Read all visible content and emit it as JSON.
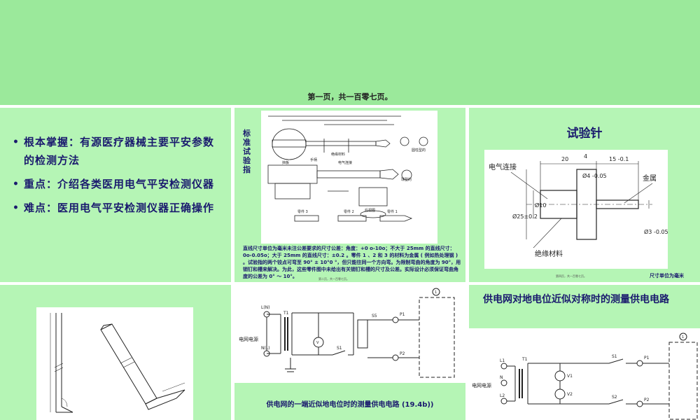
{
  "banner": {
    "caption": "第一页，共一百零七页。",
    "color": "#9be99b"
  },
  "slide_bg": "#b5f5b5",
  "text_color": "#1a1a6e",
  "slide1": {
    "bullets": [
      "根本掌握：有源医疗器械主要平安参数的检测方法",
      "重点：介绍各类医用电气平安检测仪器",
      "难点：医用电气平安检测仪器正确操作"
    ]
  },
  "slide2": {
    "vertical_label": "标准试验指",
    "note": "直线尺寸单位为毫米未注公差要求的尺寸公差：角度：+0 o-10o；不大于 25mm 的直线尺寸：0o-0.05o；大于 25mm 的直线尺寸：±0.2 。零件 1 、2 和 3 的材料为金属 ( 例如热处理钢 ) 。试验指的两个铰点可弯至 90° ± 10°0 °，但只能往同一个方向弯。为限制弯曲的角度为 90°，用销钉和槽来解决。为此，这些零件图中未给出有关销钉和槽的尺寸及公差。实际设计必须保证弯曲角度的公差为 0° ～ 10°。",
    "footer": "第二页，共一百零七页。",
    "figure_labels": [
      "手柄",
      "挡板",
      "绝缘材料",
      "电气连接",
      "球型的",
      "圆柱型的",
      "后视图",
      "零件 3",
      "零件 2",
      "零件 1"
    ]
  },
  "slide3": {
    "title": "试验针",
    "labels": {
      "electrical": "电气连接",
      "metal": "金属",
      "insulation": "绝缘材料"
    },
    "dims": [
      "20",
      "4",
      "15 -0.1",
      "Ø4 -0.05",
      "Ø25±0.2",
      "Ø10",
      "Ø3 -0.05"
    ],
    "unit_note": "尺寸单位为毫米",
    "footer": "第四页，共一百零七页。"
  },
  "slide5": {
    "labels": {
      "source": "电网电源",
      "ln": "L(N)",
      "nl": "N(L)",
      "t1": "T1",
      "s1": "S1",
      "s5": "S5",
      "v": "V",
      "p1": "P1",
      "p2": "P2",
      "ref": "1"
    },
    "caption": "供电网的一端近似地电位时的测量供电电路 (19.4b))"
  },
  "slide6": {
    "title": "供电网对地电位近似对称时的测量供电电路",
    "labels": {
      "source": "电网电源",
      "l1": "L1",
      "n": "N",
      "l2": "L2",
      "t1": "T1",
      "s1": "S1",
      "s2": "S2",
      "v1": "V1",
      "v2": "V2",
      "p1": "P1",
      "p2": "P2",
      "ref": "1"
    }
  }
}
